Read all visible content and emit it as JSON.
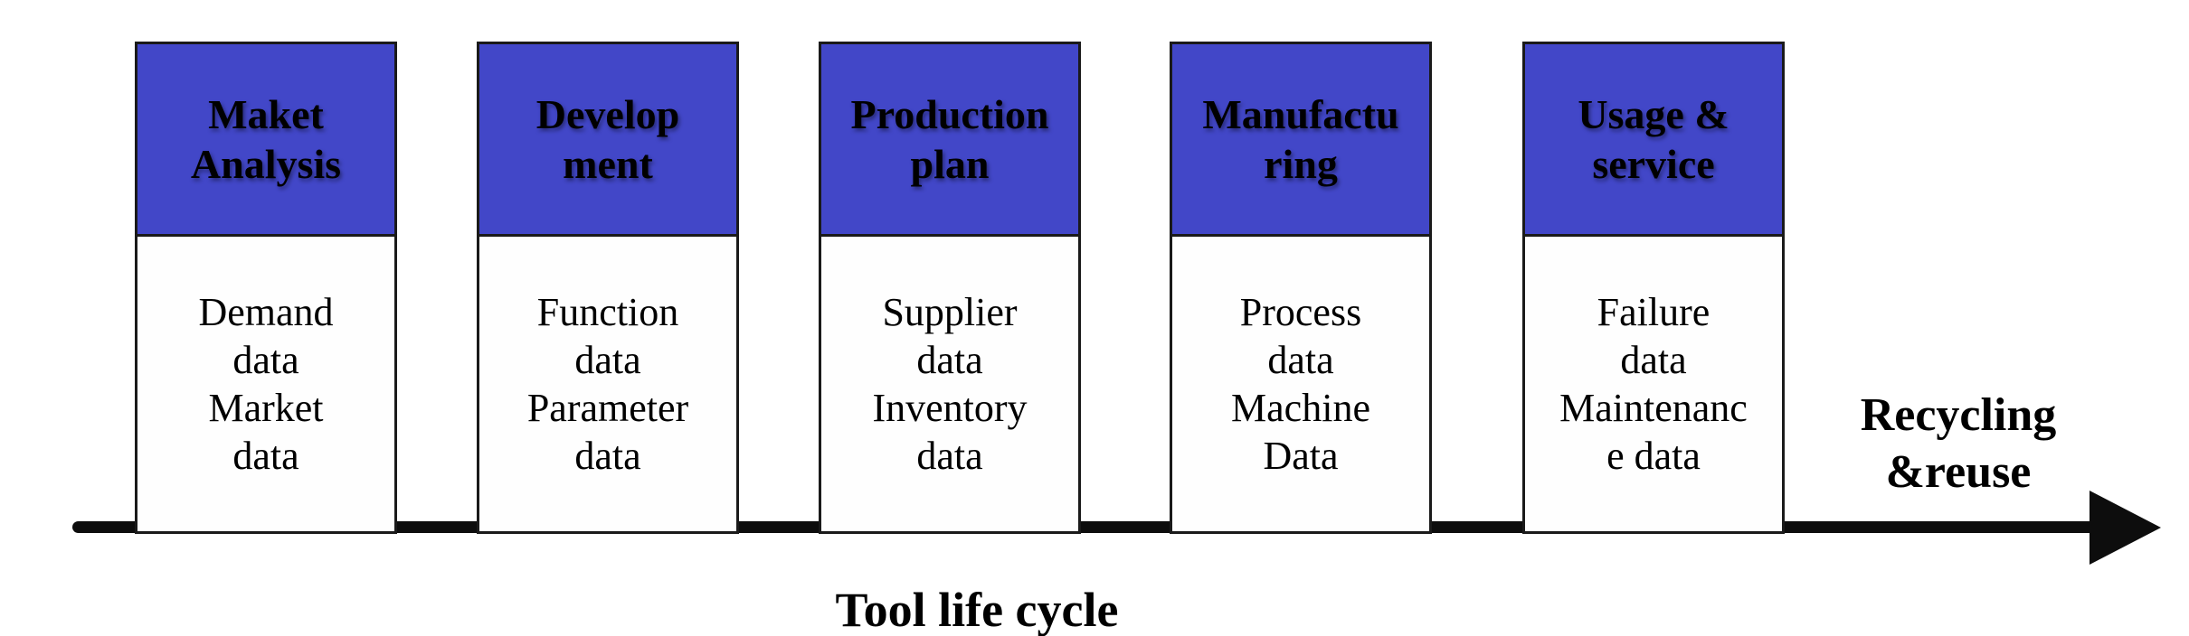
{
  "diagram": {
    "caption": "Tool life cycle",
    "end_label": "Recycling\n&reuse",
    "stages": [
      {
        "title": "Maket\nAnalysis",
        "data": "Demand\ndata\nMarket\ndata"
      },
      {
        "title": "Develop\nment",
        "data": "Function\ndata\nParameter\ndata"
      },
      {
        "title": "Production\nplan",
        "data": "Supplier\ndata\nInventory\ndata"
      },
      {
        "title": "Manufactu\nring",
        "data": "Process\ndata\nMachine\nData"
      },
      {
        "title": "Usage &\nservice",
        "data": "Failure\ndata\nMaintenanc\ne data"
      }
    ],
    "colors": {
      "header_bg": "#4247C8",
      "box_border": "#1a1a1a",
      "arrow": "#0d0d0d",
      "text": "#000000"
    }
  }
}
